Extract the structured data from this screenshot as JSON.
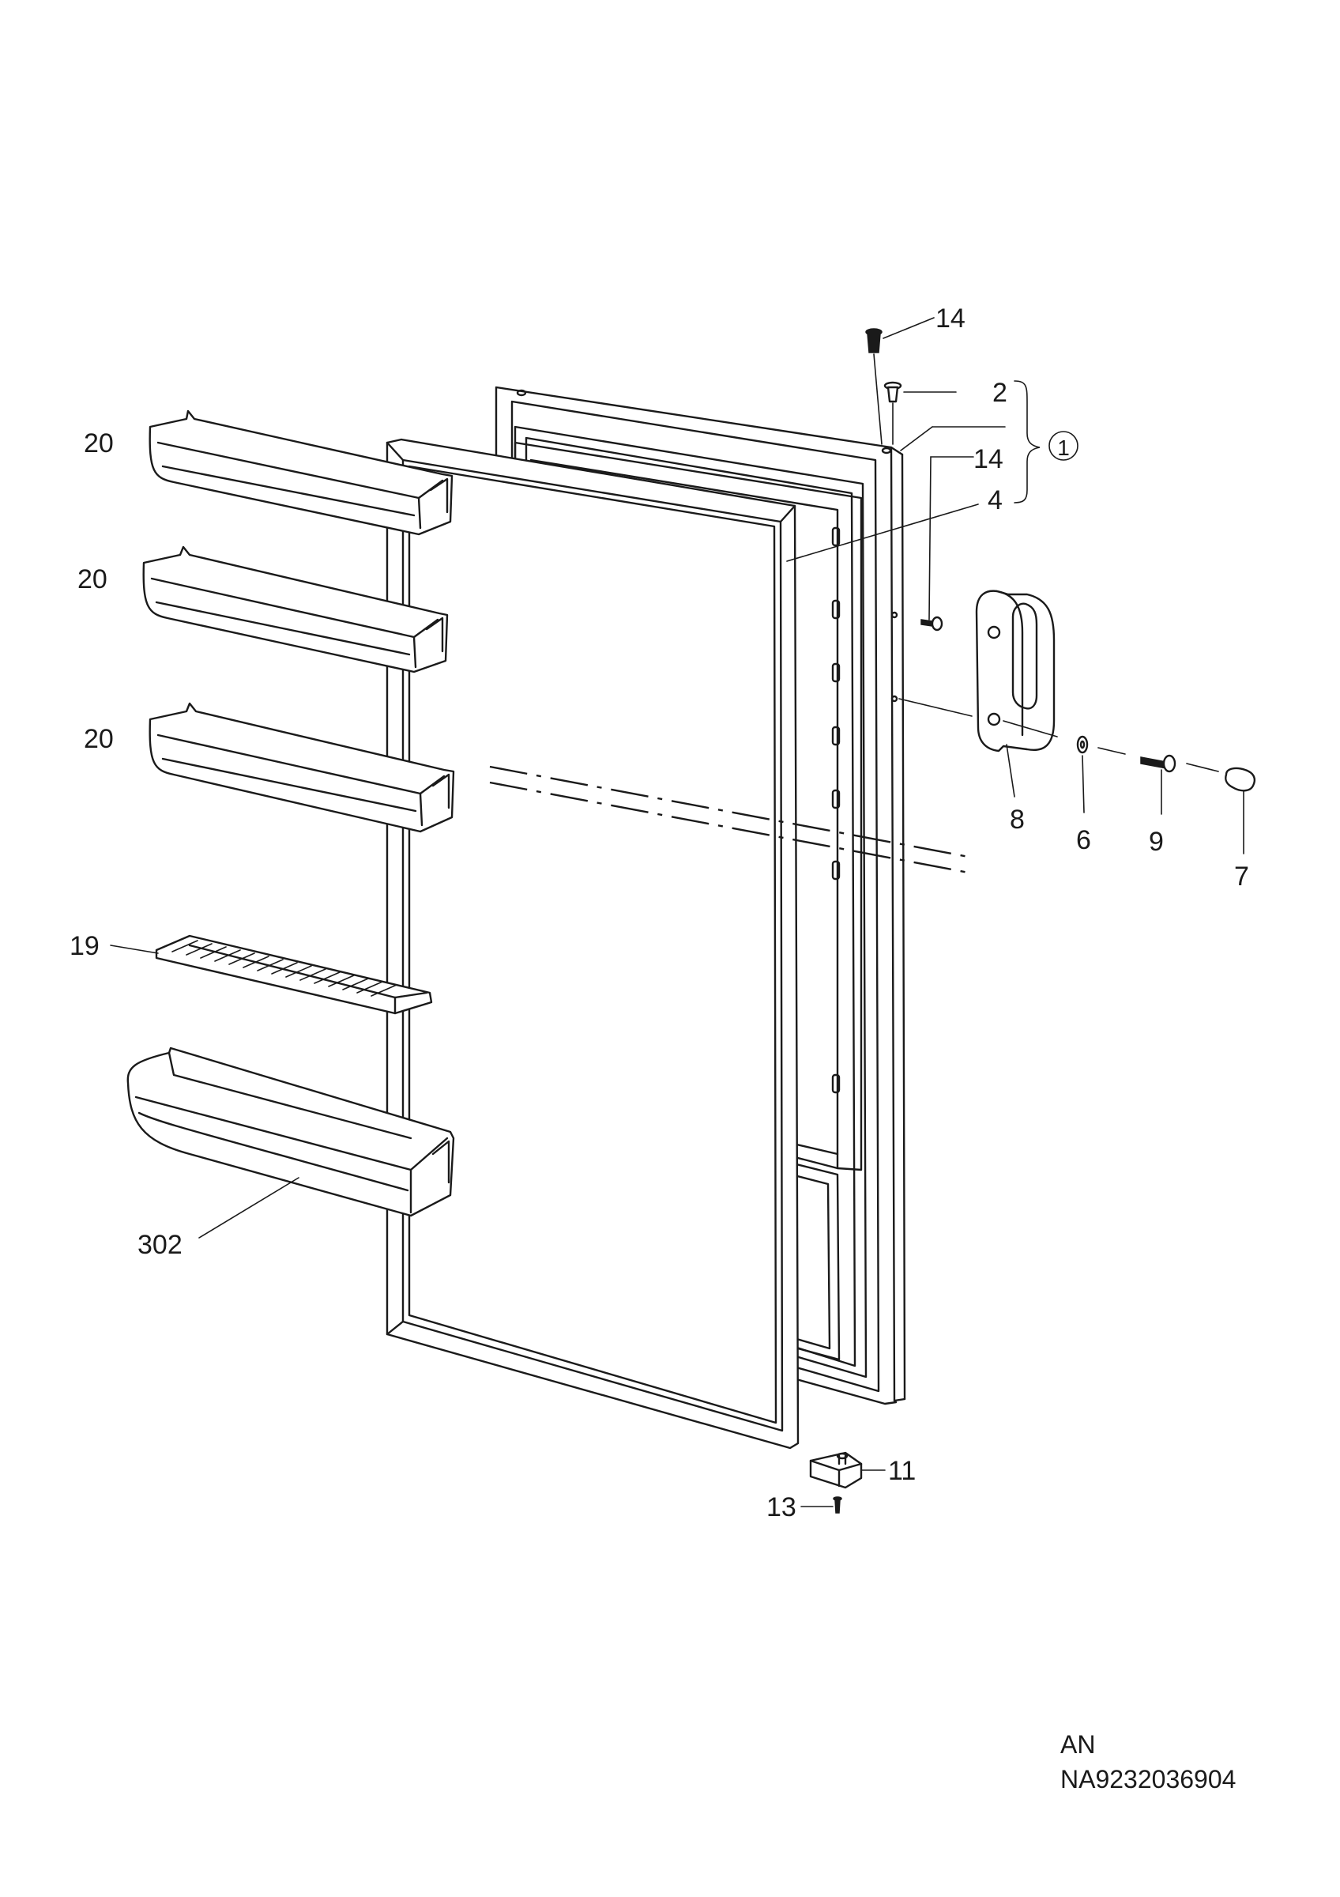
{
  "callouts": {
    "c14_top": "14",
    "c2": "2",
    "c1": "1",
    "c14_mid": "14",
    "c4": "4",
    "c20_a": "20",
    "c20_b": "20",
    "c20_c": "20",
    "c19": "19",
    "c302": "302",
    "c8": "8",
    "c6": "6",
    "c9": "9",
    "c7": "7",
    "c11": "11",
    "c13": "13"
  },
  "footer": {
    "code_line1": "AN",
    "code_line2": "NA9232036904"
  }
}
